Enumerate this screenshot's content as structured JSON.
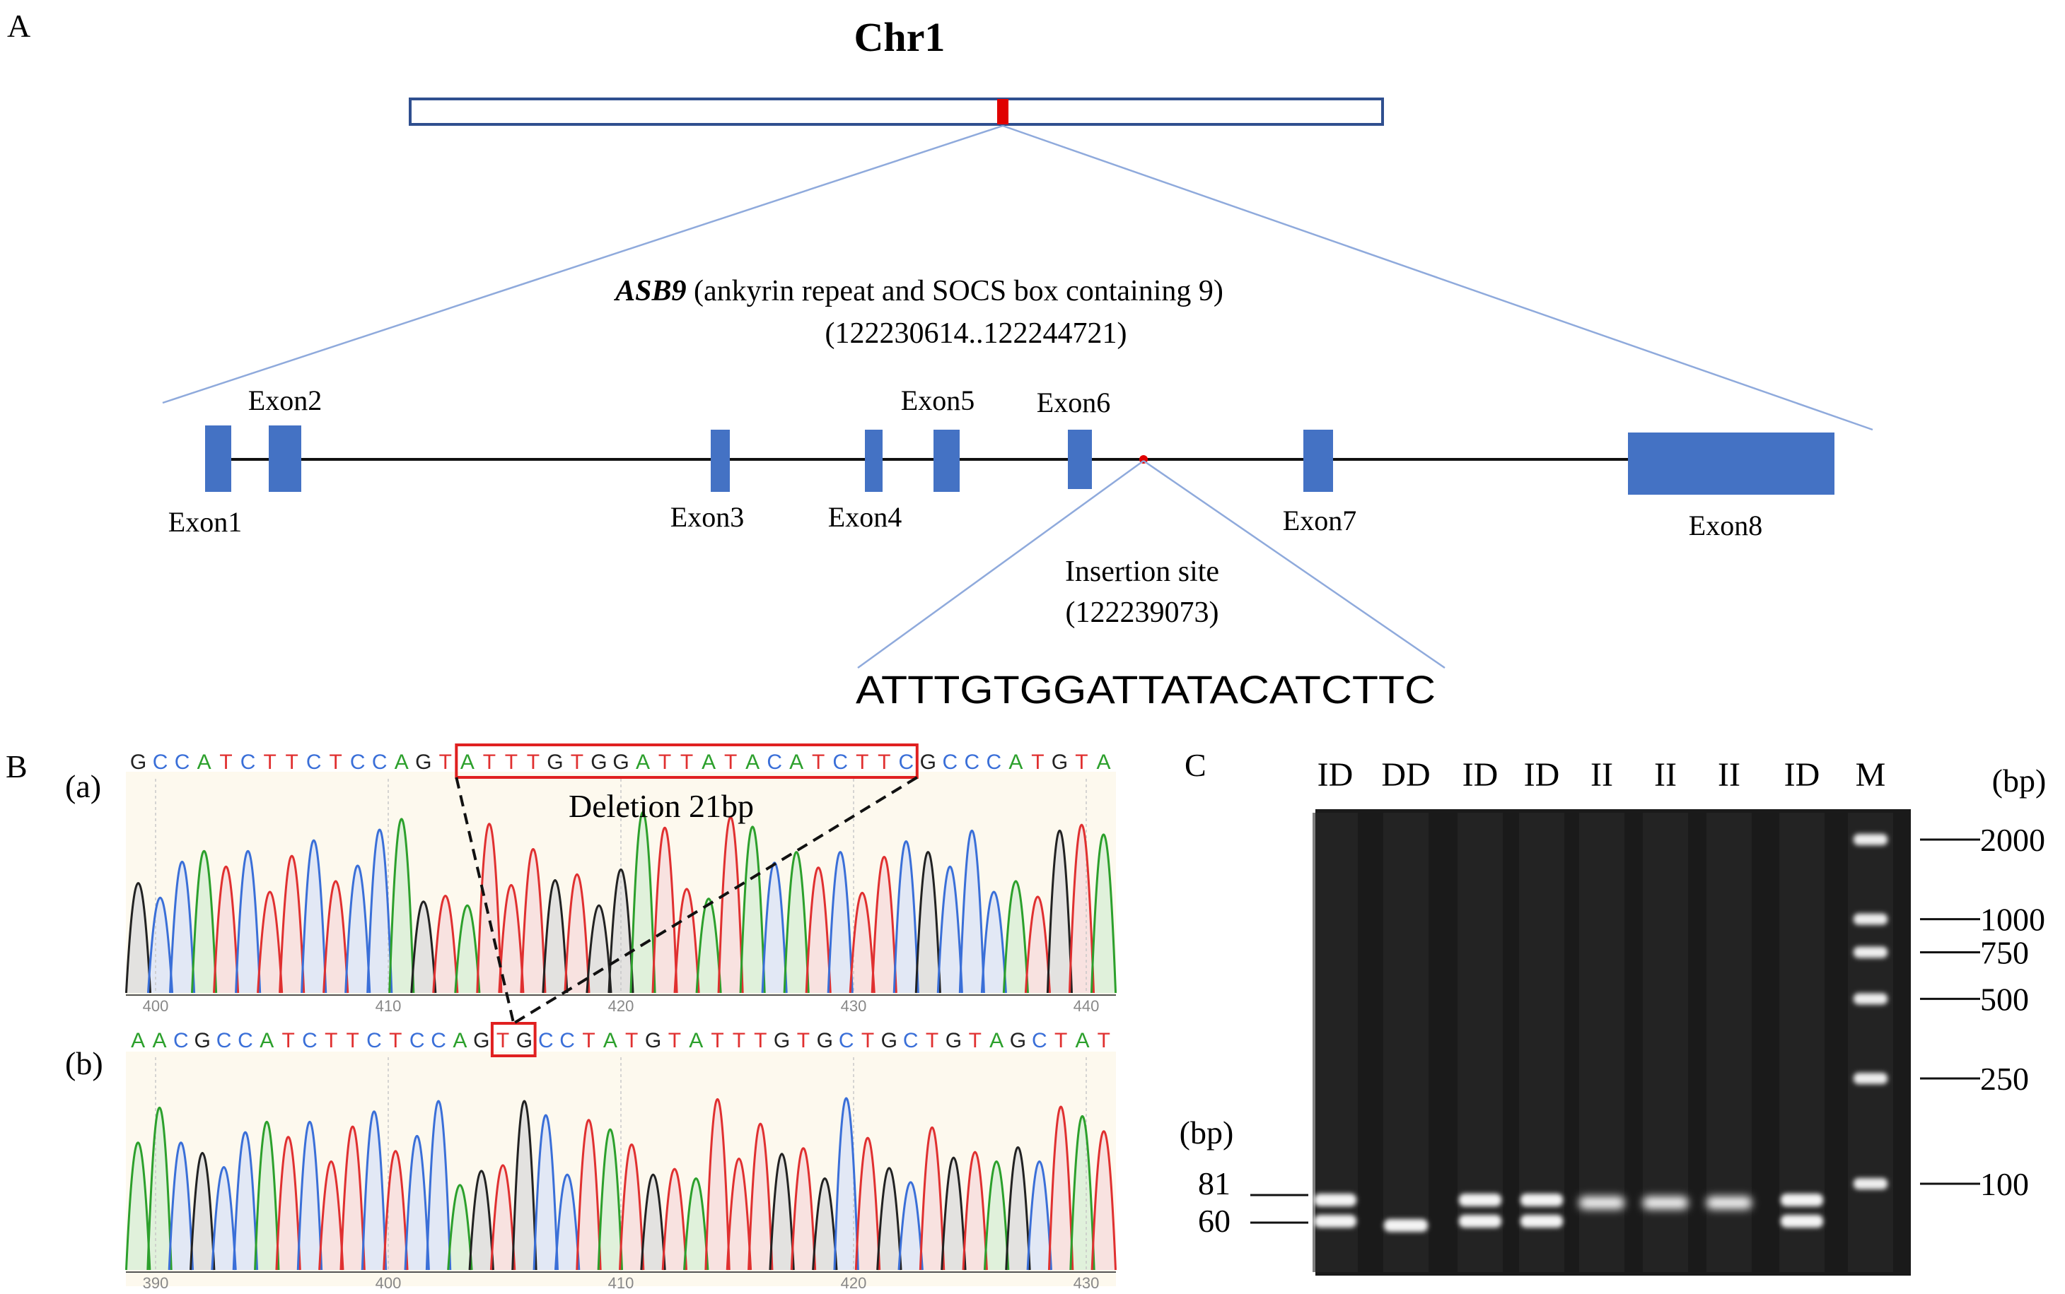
{
  "panel_a": {
    "panel_label": "A",
    "chromosome_label": "Chr1",
    "gene_symbol": "ASB9",
    "gene_description": "(ankyrin repeat and SOCS box containing 9)",
    "gene_coordinates": "(122230614..122244721)",
    "exons": [
      "Exon1",
      "Exon2",
      "Exon3",
      "Exon4",
      "Exon5",
      "Exon6",
      "Exon7",
      "Exon8"
    ],
    "insertion_label": "Insertion site",
    "insertion_position": "(122239073)",
    "insertion_sequence": "ATTTGTGGATTATACATCTTC",
    "colors": {
      "exon": "#4472c4",
      "marker": "#e00000",
      "zoom_lines": "#8faadc"
    }
  },
  "panel_b": {
    "panel_label": "B",
    "trace_a": {
      "label": "(a)",
      "sequence": "GCCATCTTCTCCAGTATTTGTGGATTATACATCTTCGCCCATGTA",
      "highlight_start": 15,
      "highlight_length": 21,
      "axis_ticks": [
        "400",
        "410",
        "420",
        "430",
        "440"
      ]
    },
    "trace_b": {
      "label": "(b)",
      "sequence": "AACGCCATCTTCTCCAGTGCCTATGTATTTGTGCTGCTGTAGCTAT",
      "highlight_start": 17,
      "highlight_length": 2,
      "axis_ticks": [
        "390",
        "400",
        "410",
        "420",
        "430"
      ]
    },
    "deletion_label": "Deletion 21bp",
    "base_colors": {
      "A": "#2ca02c",
      "C": "#3a6fd8",
      "G": "#222222",
      "T": "#e03030"
    }
  },
  "panel_c": {
    "panel_label": "C",
    "lanes": [
      "ID",
      "DD",
      "ID",
      "ID",
      "II",
      "II",
      "II",
      "ID",
      "M"
    ],
    "unit_right": "(bp)",
    "unit_left": "(bp)",
    "marker_sizes": [
      "2000",
      "1000",
      "750",
      "500",
      "250",
      "100"
    ],
    "band_sizes": [
      "81",
      "60"
    ]
  }
}
